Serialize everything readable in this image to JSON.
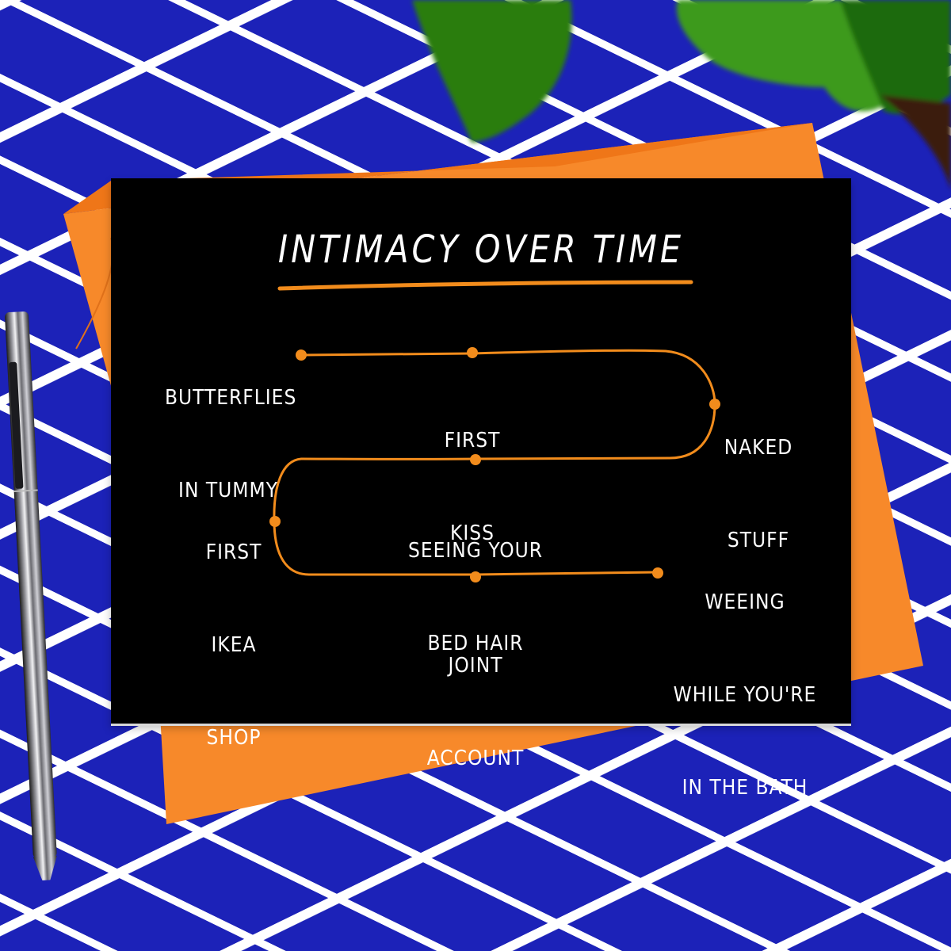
{
  "card": {
    "title": "INTIMACY OVER TIME",
    "title_color": "#ffffff",
    "background_color": "#000000",
    "accent_color": "#f28c1c",
    "milestones": [
      {
        "label_line1": "BUTTERFLIES",
        "label_line2": "IN TUMMY",
        "label_line3": ""
      },
      {
        "label_line1": "FIRST",
        "label_line2": "KISS",
        "label_line3": ""
      },
      {
        "label_line1": "NAKED",
        "label_line2": "STUFF",
        "label_line3": ""
      },
      {
        "label_line1": "SEEING YOUR",
        "label_line2": "BED HAIR",
        "label_line3": ""
      },
      {
        "label_line1": "FIRST",
        "label_line2": "IKEA",
        "label_line3": "SHOP"
      },
      {
        "label_line1": "JOINT",
        "label_line2": "ACCOUNT",
        "label_line3": ""
      },
      {
        "label_line1": "WEEING",
        "label_line2": "WHILE YOU'RE",
        "label_line3": "IN THE BATH"
      }
    ]
  },
  "scene": {
    "surface_color": "#1c22b8",
    "grid_line_color": "#ffffff",
    "envelope_color": "#f7892a",
    "leaf_color": "#2f8a12",
    "objects": [
      "greeting-card",
      "orange-envelope",
      "silver-pen",
      "plant-leaves"
    ]
  }
}
